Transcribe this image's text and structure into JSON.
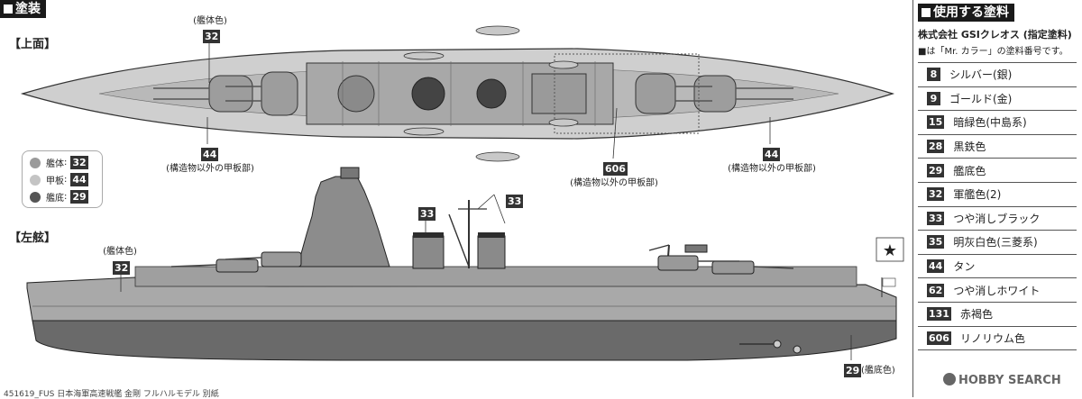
{
  "painting_header": "塗装",
  "paint_header": "使用する塗料",
  "top_view_label": "【上面】",
  "port_view_label": "【左舷】",
  "top_view": {
    "hull_color_note": "(艦体色)",
    "hull_color_num": "32",
    "deck_num_left": "44",
    "deck_label_left": "(構造物以外の甲板部)",
    "linoleum_num": "606",
    "linoleum_label": "(構造物以外の甲板部)",
    "deck_num_right": "44",
    "deck_label_right": "(構造物以外の甲板部)"
  },
  "legend": [
    {
      "label": "艦体",
      "num": "32",
      "color": "#9a9a9a"
    },
    {
      "label": "甲板",
      "num": "44",
      "color": "#c4c4c4"
    },
    {
      "label": "艦底",
      "num": "29",
      "color": "#555555"
    }
  ],
  "side_view": {
    "hull_color_note": "(艦体色)",
    "hull_color_num": "32",
    "funnel_num_a": "33",
    "funnel_num_b": "33",
    "bottom_num": "29",
    "bottom_label": "(艦底色)"
  },
  "paint_panel": {
    "maker": "株式会社 GSIクレオス (指定塗料)",
    "note": "■は「Mr. カラー」の塗料番号です。",
    "paints": [
      {
        "num": "8",
        "name": "シルバー(銀)"
      },
      {
        "num": "9",
        "name": "ゴールド(金)"
      },
      {
        "num": "15",
        "name": "暗緑色(中島系)"
      },
      {
        "num": "28",
        "name": "黒鉄色"
      },
      {
        "num": "29",
        "name": "艦底色"
      },
      {
        "num": "32",
        "name": "軍艦色(2)"
      },
      {
        "num": "33",
        "name": "つや消しブラック"
      },
      {
        "num": "35",
        "name": "明灰白色(三菱系)"
      },
      {
        "num": "44",
        "name": "タン"
      },
      {
        "num": "62",
        "name": "つや消しホワイト"
      },
      {
        "num": "131",
        "name": "赤褐色"
      },
      {
        "num": "606",
        "name": "リノリウム色"
      }
    ]
  },
  "watermark": "HOBBY SEARCH",
  "footer_code": "451619_FUS 日本海軍高速戦艦 金剛 フルハルモデル 別紙"
}
